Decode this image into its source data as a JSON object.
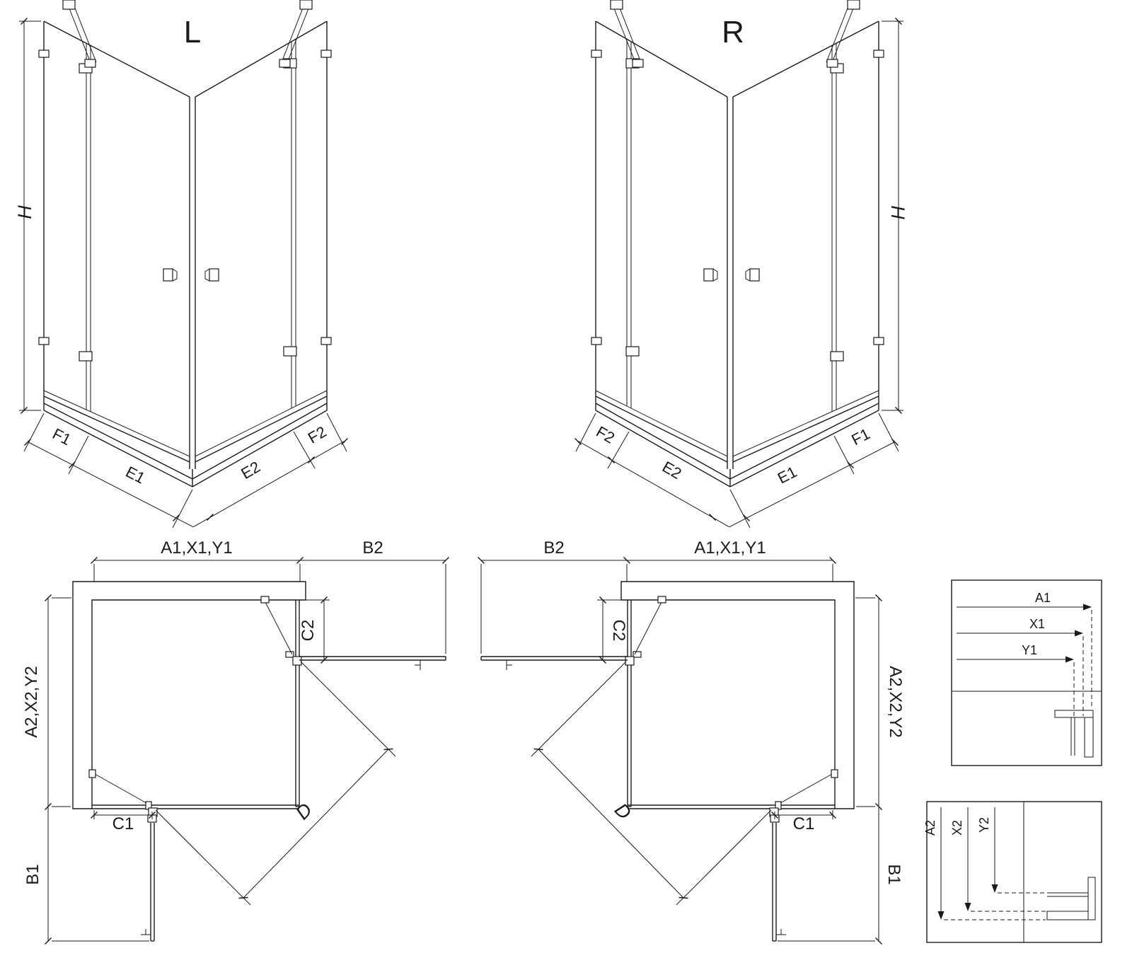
{
  "colors": {
    "ink": "#1a1a1a",
    "background": "#ffffff"
  },
  "perspective_left": {
    "title": "L",
    "height": "H",
    "f1": "F1",
    "e1": "E1",
    "e2": "E2",
    "f2": "F2"
  },
  "perspective_right": {
    "title": "R",
    "height": "H",
    "f2": "F2",
    "e2": "E2",
    "e1": "E1",
    "f1": "F1"
  },
  "plan_left": {
    "width": "A1,X1,Y1",
    "door_projection_top": "B2",
    "depth": "A2,X2,Y2",
    "fixed_panel_top": "C2",
    "fixed_panel_bottom": "C1",
    "door_projection_bottom": "B1",
    "diagonal": "D"
  },
  "plan_right": {
    "width": "A1,X1,Y1",
    "door_projection_top": "B2",
    "depth": "A2,X2,Y2",
    "fixed_panel_top": "C2",
    "fixed_panel_bottom": "C1",
    "door_projection_bottom": "B1",
    "diagonal": "D"
  },
  "detail_width": {
    "a1": "A1",
    "x1": "X1",
    "y1": "Y1"
  },
  "detail_depth": {
    "a2": "A2",
    "x2": "X2",
    "y2": "Y2"
  }
}
